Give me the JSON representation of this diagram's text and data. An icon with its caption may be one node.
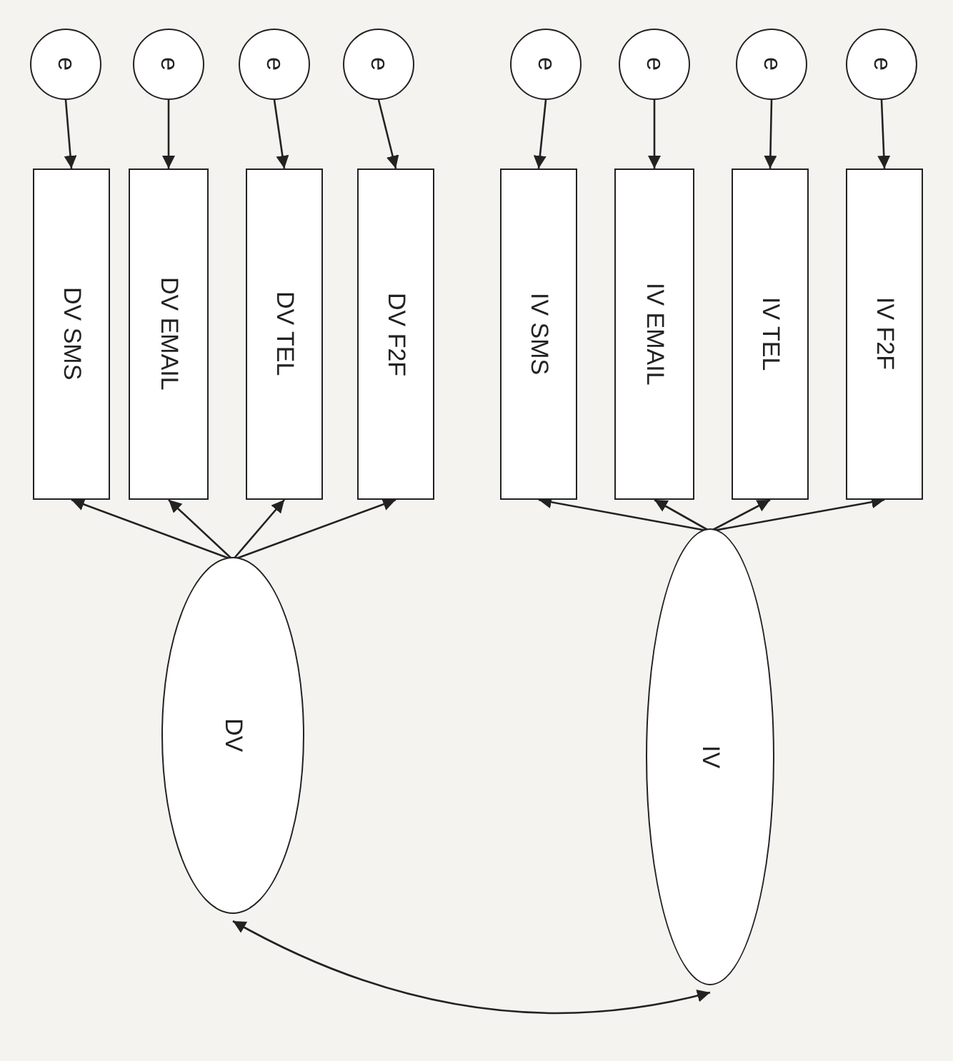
{
  "diagram": {
    "nodes": [
      {
        "text": [
          "e"
        ]
      },
      {
        "text": [
          "e"
        ]
      },
      {
        "text": [
          "e"
        ]
      },
      {
        "text": [
          "e"
        ]
      },
      {
        "text": [
          "e"
        ]
      },
      {
        "text": [
          "e"
        ]
      },
      {
        "text": [
          "e"
        ]
      },
      {
        "text": [
          "e"
        ]
      },
      {
        "text": [
          "DV SMS"
        ]
      },
      {
        "text": [
          "DV EMAIL"
        ]
      },
      {
        "text": [
          "DV TEL"
        ]
      },
      {
        "text": [
          "DV F2F"
        ]
      },
      {
        "text": [
          "IV SMS"
        ]
      },
      {
        "text": [
          "IV EMAIL"
        ]
      },
      {
        "text": [
          "IV TEL"
        ]
      },
      {
        "text": [
          "IV F2F"
        ]
      },
      {
        "text": [
          "DV"
        ]
      },
      {
        "text": [
          "IV"
        ]
      }
    ],
    "edges": [
      {
        "from": 0,
        "to": 8,
        "arrow": "to"
      },
      {
        "from": 1,
        "to": 9,
        "arrow": "to"
      },
      {
        "from": 2,
        "to": 10,
        "arrow": "to"
      },
      {
        "from": 3,
        "to": 11,
        "arrow": "to"
      },
      {
        "from": 4,
        "to": 12,
        "arrow": "to"
      },
      {
        "from": 5,
        "to": 13,
        "arrow": "to"
      },
      {
        "from": 6,
        "to": 14,
        "arrow": "to"
      },
      {
        "from": 7,
        "to": 15,
        "arrow": "to"
      },
      {
        "from": 16,
        "to": 8,
        "arrow": "to"
      },
      {
        "from": 16,
        "to": 9,
        "arrow": "to"
      },
      {
        "from": 16,
        "to": 10,
        "arrow": "to"
      },
      {
        "from": 16,
        "to": 11,
        "arrow": "to"
      },
      {
        "from": 17,
        "to": 12,
        "arrow": "to"
      },
      {
        "from": 17,
        "to": 13,
        "arrow": "to"
      },
      {
        "from": 17,
        "to": 14,
        "arrow": "to"
      },
      {
        "from": 17,
        "to": 15,
        "arrow": "to"
      },
      {
        "from": 16,
        "to": 17,
        "arrow": "both"
      }
    ]
  }
}
